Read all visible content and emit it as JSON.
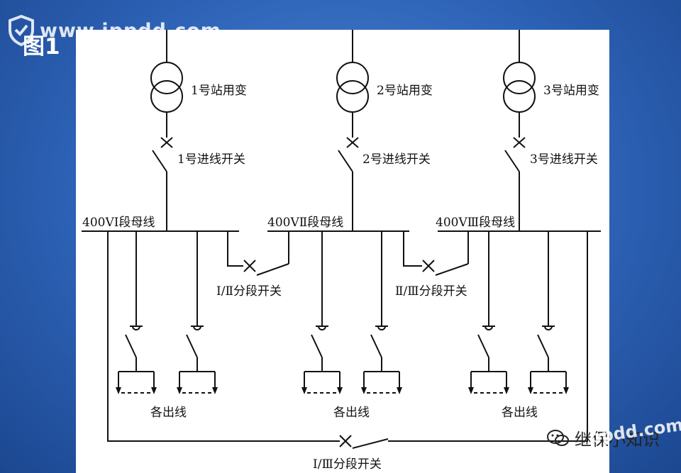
{
  "watermark": {
    "text": "www.ippdd.com",
    "logo_icon": "shield-logo-icon"
  },
  "figure_label": "图1",
  "labels": {
    "t1": "1号站用变",
    "t2": "2号站用变",
    "t3": "3号站用变",
    "s1": "1号进线开关",
    "s2": "2号进线开关",
    "s3": "3号进线开关",
    "b1": "400VⅠ段母线",
    "b2": "400VⅡ段母线",
    "b3": "400VⅢ段母线",
    "tie12": "Ⅰ/Ⅱ分段开关",
    "tie23": "Ⅱ/Ⅲ分段开关",
    "tie13": "Ⅰ/Ⅲ分段开关",
    "out": "各出线"
  },
  "wechat": {
    "name": "继保小知识",
    "url": "ppdd.com",
    "icon": "wechat-icon"
  }
}
